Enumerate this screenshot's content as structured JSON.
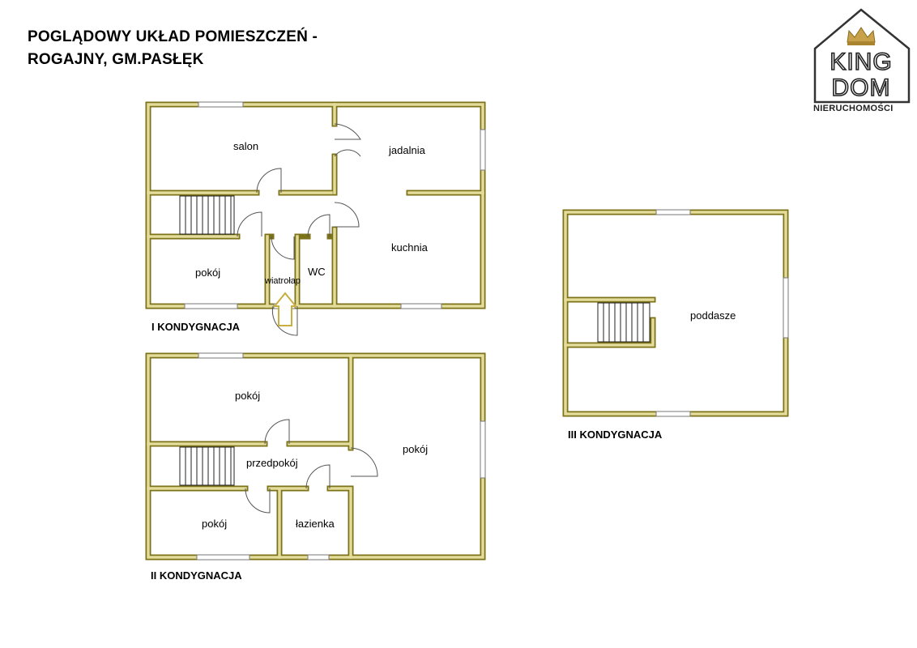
{
  "title": {
    "line1": "POGLĄDOWY UKŁAD POMIESZCZEŃ -",
    "line2": "ROGAJNY, GM.PASŁĘK"
  },
  "logo": {
    "word1": "KING",
    "word2": "DOM",
    "subtitle": "NIERUCHOMOŚCI"
  },
  "floors": {
    "first": {
      "label": "I KONDYGNACJA",
      "rooms": {
        "salon": "salon",
        "jadalnia": "jadalnia",
        "kuchnia": "kuchnia",
        "pokoj": "pokój",
        "wc": "WC",
        "wiatrolap": "wiatrołap"
      }
    },
    "second": {
      "label": "II KONDYGNACJA",
      "rooms": {
        "pokoj_top": "pokój",
        "pokoj_right": "pokój",
        "przedpokoj": "przedpokój",
        "pokoj_bottom": "pokój",
        "lazienka": "łazienka"
      }
    },
    "third": {
      "label": "III KONDYGNACJA",
      "rooms": {
        "poddasze": "poddasze"
      }
    }
  },
  "colors": {
    "wall": "#7c7218",
    "wall_inner": "#e4dc9a",
    "logo_gold": "#c8a24a"
  }
}
